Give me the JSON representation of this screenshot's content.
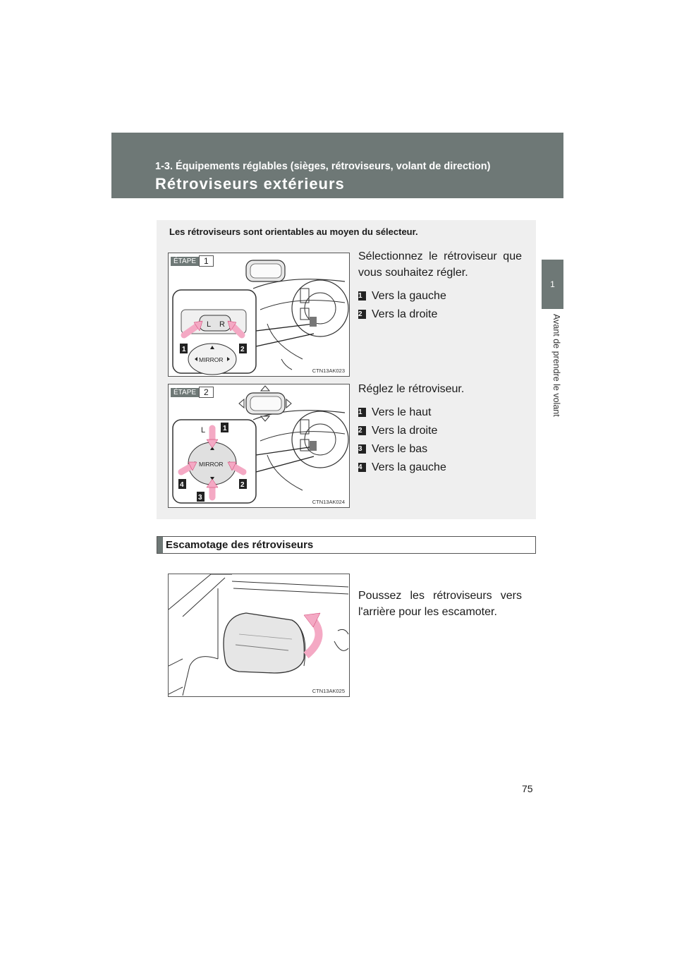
{
  "header": {
    "section": "1-3. Équipements réglables (sièges, rétroviseurs, volant de direction)",
    "title": "Rétroviseurs extérieurs"
  },
  "side": {
    "chapter_number": "1",
    "chapter_title": "Avant de prendre le volant"
  },
  "intro": "Les rétroviseurs sont orientables au moyen du sélecteur.",
  "steps": [
    {
      "label_word": "ÉTAPE",
      "label_num": "1",
      "code": "CTN13AK023",
      "text": "Sélectionnez le rétroviseur que vous souhaitez régler.",
      "items": [
        {
          "num": "1",
          "text": "Vers la gauche"
        },
        {
          "num": "2",
          "text": "Vers la droite"
        }
      ],
      "switch_letters": [
        "L",
        "R"
      ],
      "mirror_text": "MIRROR"
    },
    {
      "label_word": "ÉTAPE",
      "label_num": "2",
      "code": "CTN13AK024",
      "text": "Réglez le rétroviseur.",
      "items": [
        {
          "num": "1",
          "text": "Vers le haut"
        },
        {
          "num": "2",
          "text": "Vers la droite"
        },
        {
          "num": "3",
          "text": "Vers le bas"
        },
        {
          "num": "4",
          "text": "Vers la gauche"
        }
      ],
      "switch_letters": [
        "L"
      ],
      "mirror_text": "MIRROR"
    }
  ],
  "fold": {
    "heading": "Escamotage des rétroviseurs",
    "text": "Poussez les rétroviseurs vers l'arrière pour les escamoter.",
    "code": "CTN13AK025"
  },
  "page_number": "75",
  "colors": {
    "header_bg": "#6e7876",
    "box_bg": "#efefef",
    "arrow": "#f4a9c4"
  }
}
